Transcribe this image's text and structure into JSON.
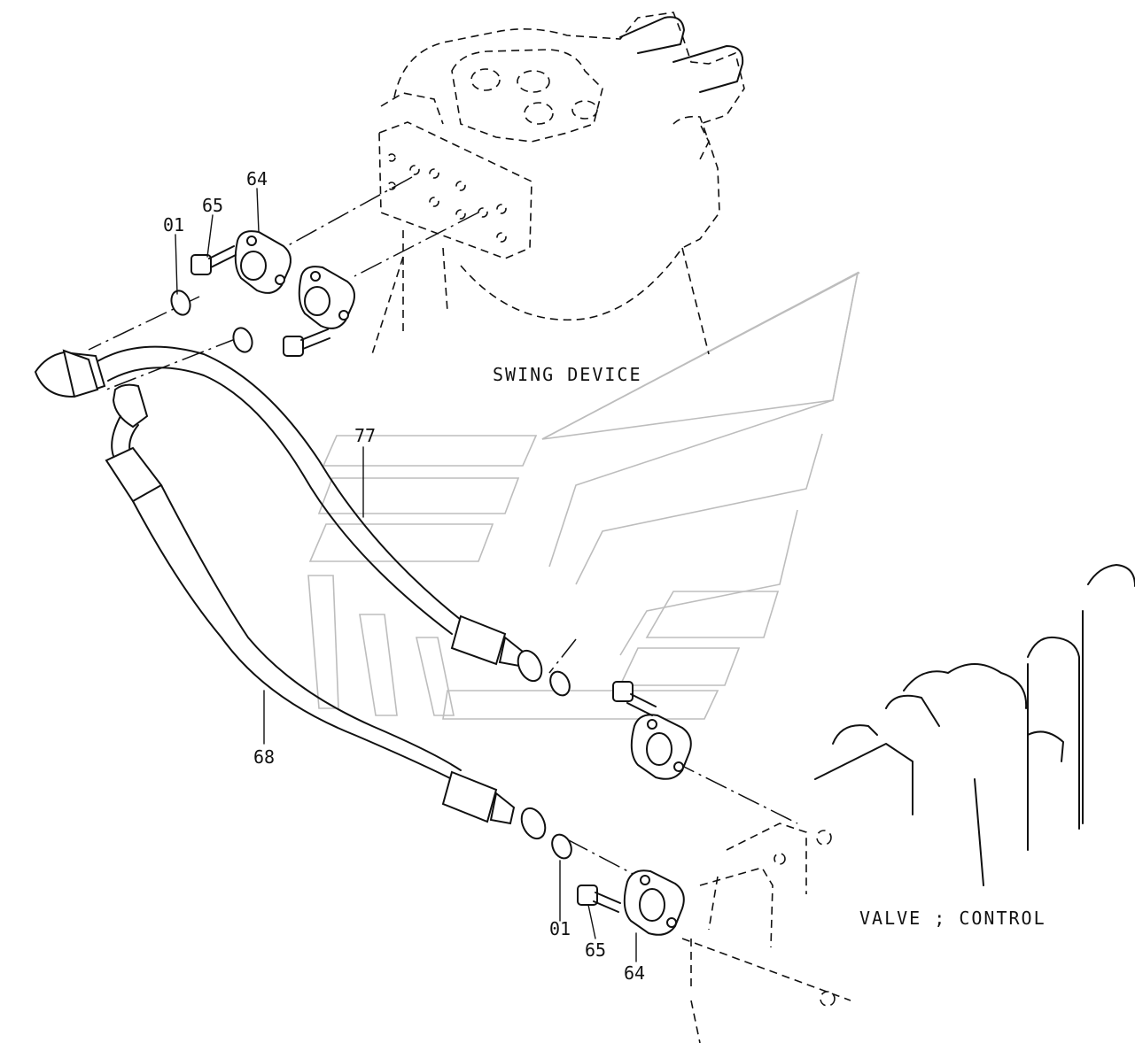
{
  "captions": {
    "swing_device": "SWING DEVICE",
    "control_valve": "VALVE ; CONTROL"
  },
  "callouts": {
    "o_ring_top": "01",
    "bolt_top": "65",
    "flange_top": "64",
    "hose_77": "77",
    "hose_68": "68",
    "o_ring_bottom": "01",
    "bolt_bottom": "65",
    "flange_bottom": "64"
  },
  "colors": {
    "line": "#111111",
    "watermark": "#bdbdbd",
    "background": "#ffffff"
  }
}
